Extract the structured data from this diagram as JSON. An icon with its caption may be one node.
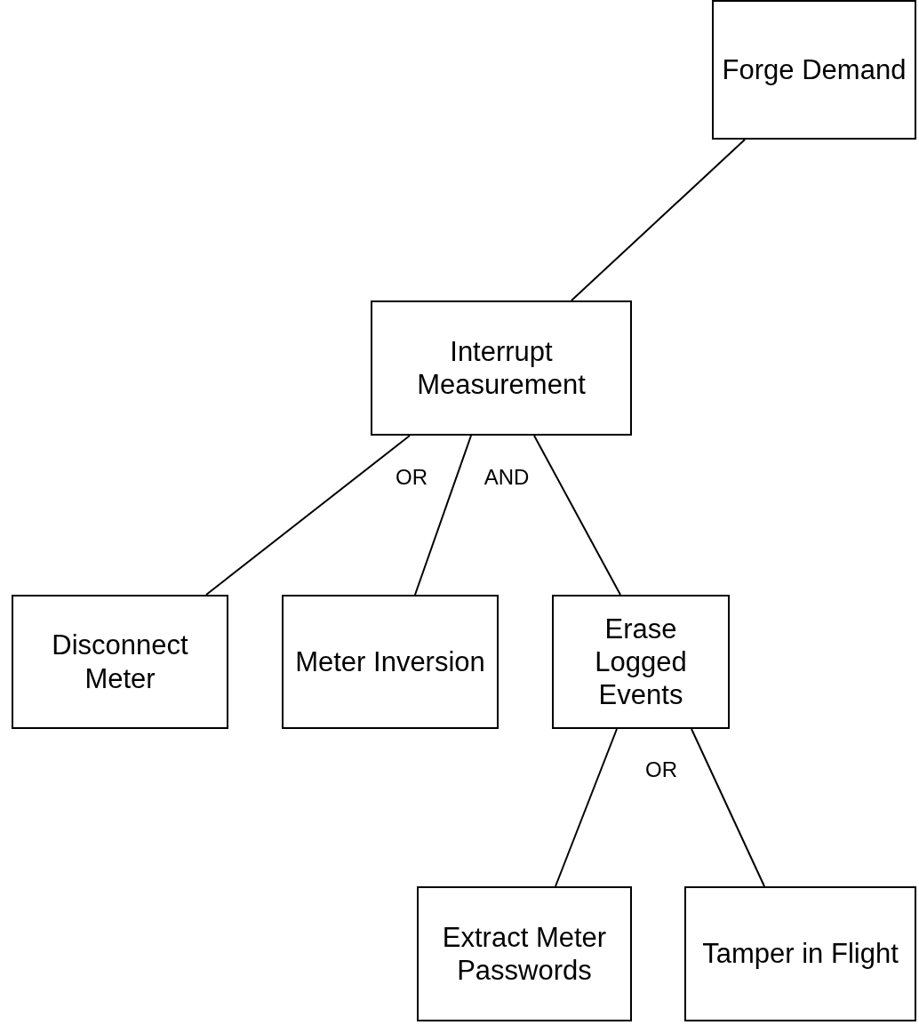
{
  "diagram": {
    "nodes": [
      {
        "text": [
          "Forge Demand"
        ]
      },
      {
        "text": [
          "Interrupt Measurement"
        ]
      },
      {
        "text": [
          "Disconnect Meter"
        ]
      },
      {
        "text": [
          "Meter Inversion"
        ]
      },
      {
        "text": [
          "Erase Logged Events"
        ]
      },
      {
        "text": [
          "Extract Meter Passwords"
        ]
      },
      {
        "text": [
          "Tamper in Flight"
        ]
      }
    ],
    "edges": [
      {
        "from": 0,
        "to": 1,
        "arrow": "none"
      },
      {
        "from": 1,
        "to": 2,
        "arrow": "none"
      },
      {
        "from": 1,
        "to": 3,
        "arrow": "none"
      },
      {
        "from": 1,
        "to": 4,
        "arrow": "none"
      },
      {
        "from": 4,
        "to": 5,
        "arrow": "none"
      },
      {
        "from": 4,
        "to": 6,
        "arrow": "none"
      }
    ],
    "labels": [
      "OR",
      "AND",
      "OR"
    ]
  }
}
